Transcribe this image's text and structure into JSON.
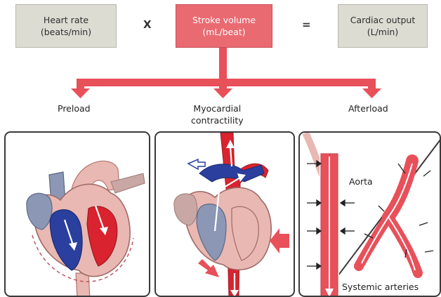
{
  "equation": {
    "heart_rate": [
      "Heart rate",
      "(beats/min)"
    ],
    "multiply": "X",
    "stroke_volume": [
      "Stroke volume",
      "(mL/beat)"
    ],
    "equals": "=",
    "cardiac_output": [
      "Cardiac output",
      "(L/min)"
    ]
  },
  "factors": {
    "preload": "Preload",
    "contractility": [
      "Myocardial",
      "contractility"
    ],
    "afterload": "Afterload"
  },
  "panels": {
    "afterload_labels": {
      "aorta": "Aorta",
      "systemic": "Systemic arteries"
    }
  },
  "colors": {
    "accent": "#ea6a72",
    "arrow_red": "#e8505a",
    "grey_box": "#dcdcd3",
    "blood_red": "#d9232f",
    "blood_blue": "#2a3f9e",
    "tissue_pink": "#e9b8b3",
    "vessel_grey": "#8b97b4"
  }
}
